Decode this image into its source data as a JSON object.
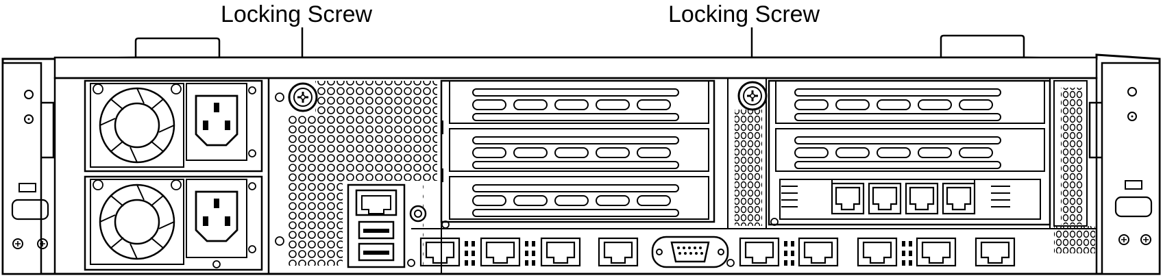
{
  "diagram": {
    "callouts": [
      {
        "id": "left",
        "text": "Locking Screw"
      },
      {
        "id": "right",
        "text": "Locking Screw"
      }
    ]
  },
  "colors": {
    "line": "#000000",
    "background": "#ffffff",
    "panel_shade": "#f2f2f2"
  }
}
